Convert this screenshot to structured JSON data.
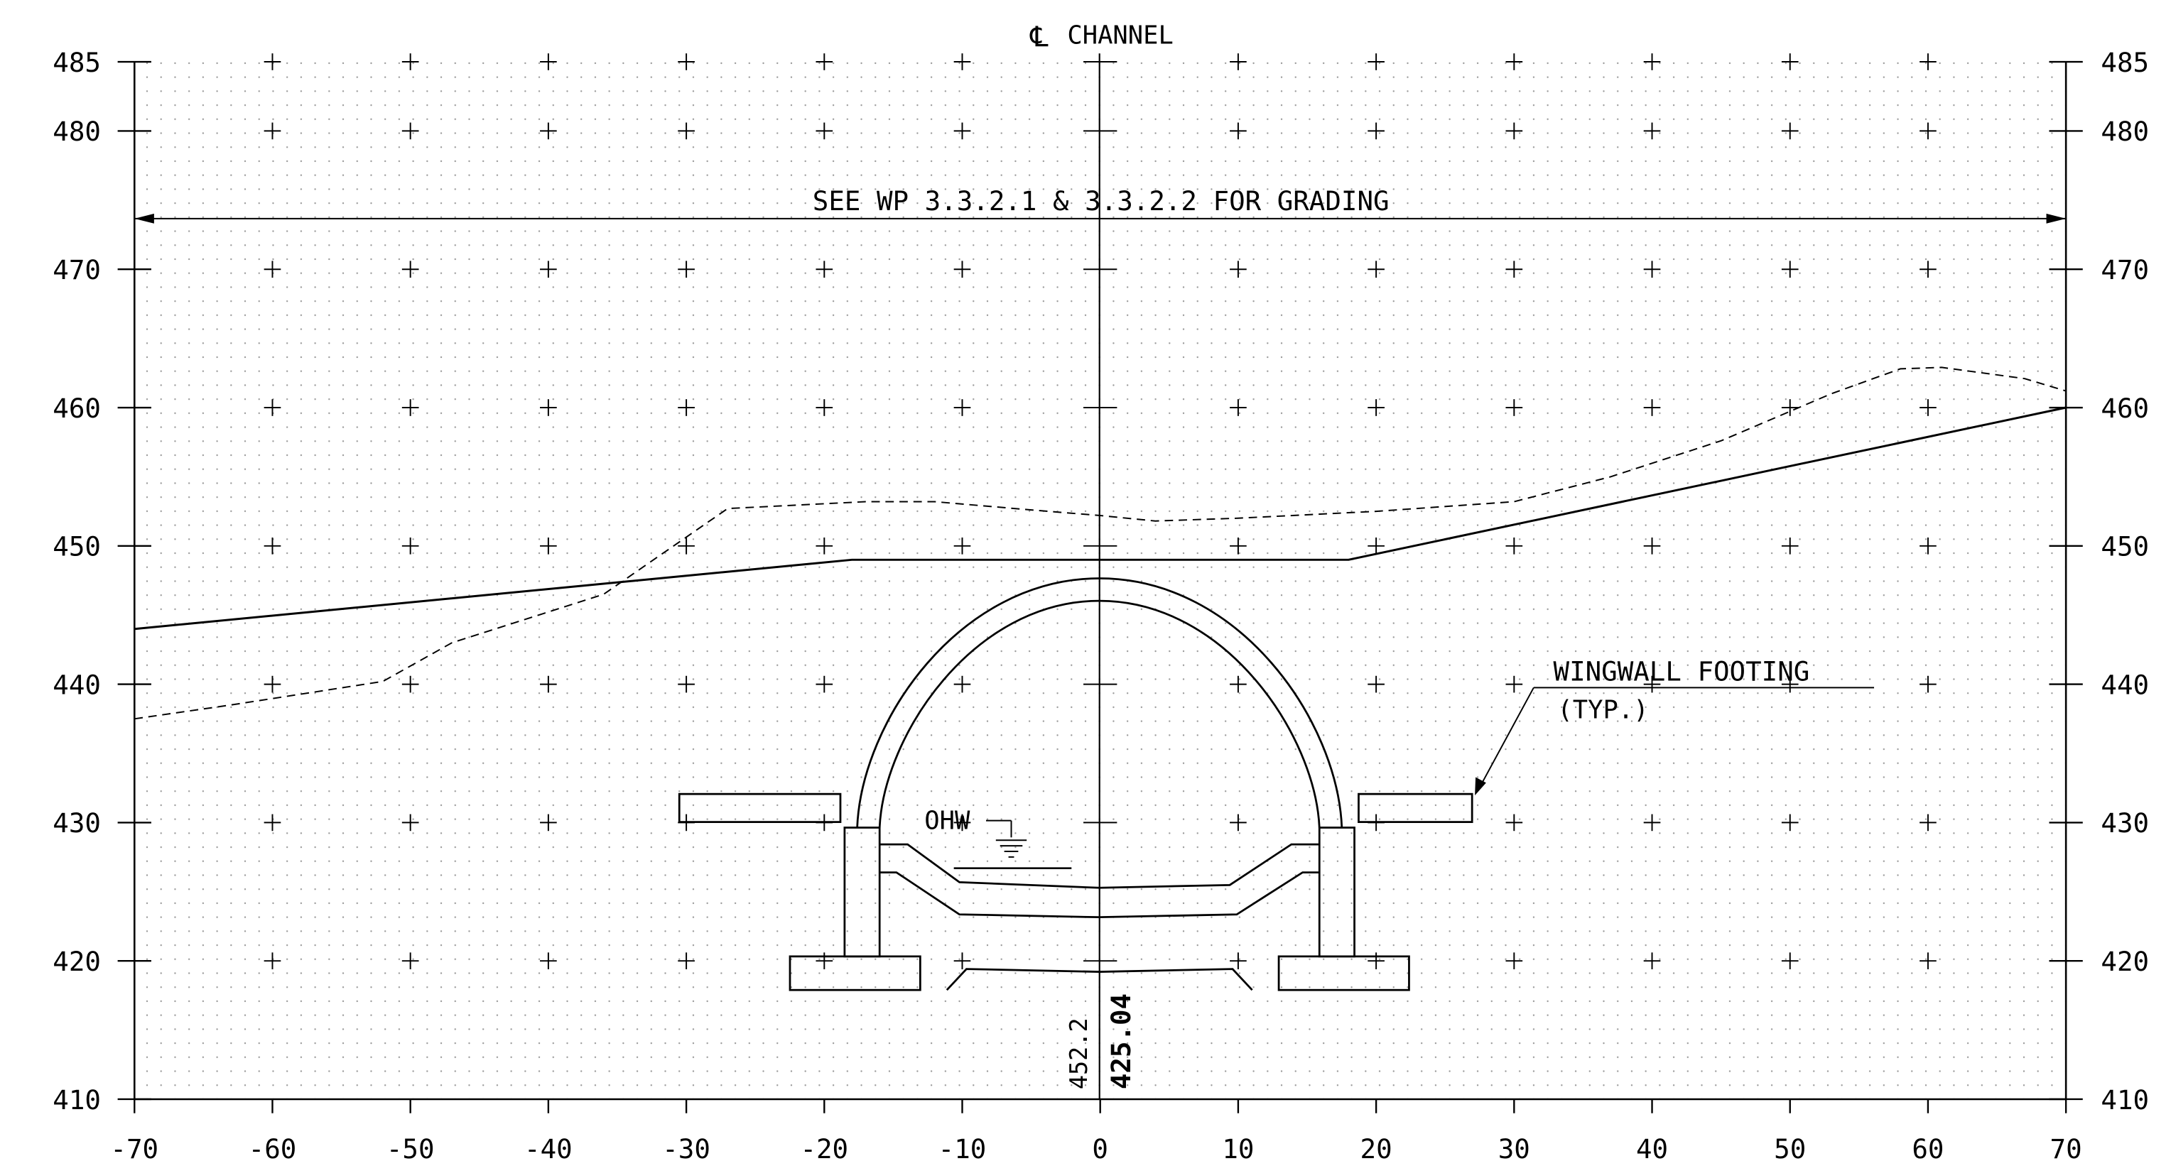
{
  "header": {
    "cl_symbol": "℄",
    "cl_label": "CHANNEL"
  },
  "note_grading": "SEE WP 3.3.2.1 & 3.3.2.2 FOR GRADING",
  "wingwall": {
    "line1": "WINGWALL FOOTING",
    "line2": "(TYP.)"
  },
  "ohw_label": "OHW",
  "vertical_labels": {
    "existing_elev": "452.2",
    "flowline_elev": "425.04"
  },
  "x_ticks": [
    "-70",
    "-60",
    "-50",
    "-40",
    "-30",
    "-20",
    "-10",
    "0",
    "10",
    "20",
    "30",
    "40",
    "50",
    "60",
    "70"
  ],
  "y_ticks": [
    "485",
    "480",
    "470",
    "460",
    "450",
    "440",
    "430",
    "420",
    "410"
  ],
  "colors": {
    "line": "#000000",
    "dot": "#9a9a9a",
    "background": "#ffffff"
  },
  "chart_data": {
    "type": "line",
    "xlim": [
      -70,
      70
    ],
    "ylim": [
      410,
      485
    ],
    "grid": true,
    "series": [
      {
        "style": "dashed",
        "points": [
          [
            -70,
            437.5
          ],
          [
            -63,
            438.5
          ],
          [
            -52,
            440.2
          ],
          [
            -47,
            443
          ],
          [
            -36,
            446.5
          ],
          [
            -27,
            452.7
          ],
          [
            -17,
            453.2
          ],
          [
            -12,
            453.2
          ],
          [
            -5,
            452.6
          ],
          [
            0,
            452.2
          ],
          [
            4,
            451.8
          ],
          [
            10,
            452
          ],
          [
            20,
            452.5
          ],
          [
            30,
            453.2
          ],
          [
            37,
            455
          ],
          [
            45,
            457.6
          ],
          [
            53,
            461
          ],
          [
            58,
            462.8
          ],
          [
            61,
            462.9
          ],
          [
            67,
            462.1
          ],
          [
            70,
            461.2
          ]
        ]
      },
      {
        "style": "solid",
        "points": [
          [
            -70,
            444
          ],
          [
            -18,
            449
          ],
          [
            18,
            449
          ],
          [
            70,
            460
          ]
        ]
      }
    ]
  }
}
